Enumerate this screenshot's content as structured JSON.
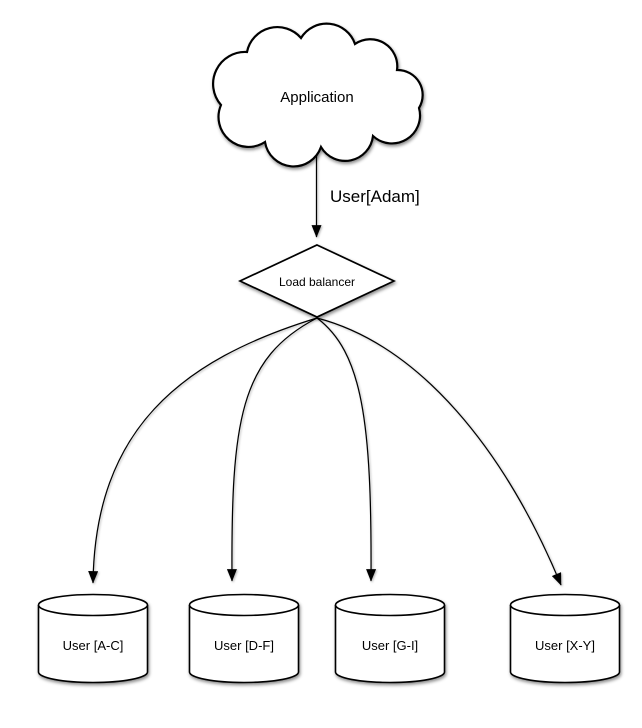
{
  "diagram": {
    "background_color": "#ffffff",
    "stroke_color": "#000000",
    "node_fill_color": "#ffffff",
    "text_color": "#000000",
    "nodes": {
      "application": {
        "label": "Application",
        "shape": "cloud"
      },
      "load_balancer": {
        "label": "Load balancer",
        "shape": "diamond"
      },
      "shards": [
        {
          "label": "User [A-C]",
          "shape": "cylinder"
        },
        {
          "label": "User [D-F]",
          "shape": "cylinder"
        },
        {
          "label": "User [G-I]",
          "shape": "cylinder"
        },
        {
          "label": "User [X-Y]",
          "shape": "cylinder"
        }
      ]
    },
    "edges": {
      "app_to_lb": {
        "label": "User[Adam]",
        "from": "Application",
        "to": "Load balancer"
      },
      "lb_to_shards": [
        {
          "from": "Load balancer",
          "to": "User [A-C]"
        },
        {
          "from": "Load balancer",
          "to": "User [D-F]"
        },
        {
          "from": "Load balancer",
          "to": "User [G-I]"
        },
        {
          "from": "Load balancer",
          "to": "User [X-Y]"
        }
      ]
    }
  }
}
